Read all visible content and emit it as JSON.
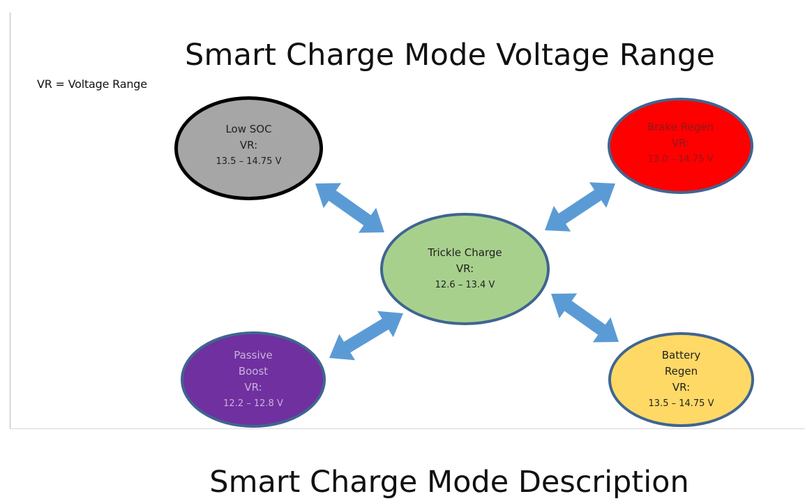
{
  "title": "Smart Charge Mode Voltage Range",
  "legend_note": "VR = Voltage Range",
  "nodes": {
    "low_soc": {
      "name": "Low SOC",
      "vr": "VR:",
      "range": "13.5 – 14.75 V",
      "fill": "#a6a6a6"
    },
    "brake_regen": {
      "name": "Brake Regen",
      "vr": "VR:",
      "range": "13.0 – 14.75 V",
      "fill": "#ff0000"
    },
    "trickle_charge": {
      "name": "Trickle Charge",
      "vr": "VR:",
      "range": "12.6 – 13.4 V",
      "fill": "#a8d08d"
    },
    "passive_boost": {
      "name_line1": "Passive",
      "name_line2": "Boost",
      "vr": "VR:",
      "range": "12.2 – 12.8 V",
      "fill": "#7030a0"
    },
    "battery_regen": {
      "name_line1": "Battery",
      "name_line2": "Regen",
      "vr": "VR:",
      "range": "13.5 – 14.75 V",
      "fill": "#ffd966"
    }
  },
  "arrow_color": "#5b9bd5",
  "subtitle": "Smart Charge Mode Description"
}
